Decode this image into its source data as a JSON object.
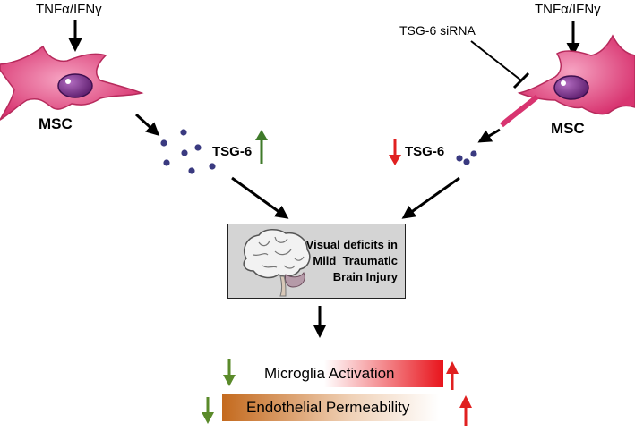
{
  "left_branch": {
    "stimulus": "TNFα/IFNγ",
    "cell_label": "MSC",
    "secreted_label": "TSG-6"
  },
  "right_branch": {
    "stimulus": "TNFα/IFNγ",
    "inhibitor": "TSG-6 siRNA",
    "cell_label": "MSC",
    "secreted_label": "TSG-6"
  },
  "center_box": {
    "line1": "Visual deficits in",
    "line2": "Mild  Traumatic",
    "line3": "Brain Injury"
  },
  "outcomes": [
    {
      "label": "Microglia Activation"
    },
    {
      "label": "Endothelial Permeability"
    }
  ],
  "colors": {
    "cell_fill": "#e8467c",
    "nucleus": "#7a2a85",
    "molecule": "#3a3a80",
    "up_arrow_green": "#3f7a2a",
    "down_arrow_red": "#e02020",
    "outcome_down_green": "#5a8a2a",
    "outcome_up_red": "#e02020",
    "microglia_gradient_end": "#e8141c",
    "endothelial_gradient_start": "#c46a1e"
  }
}
